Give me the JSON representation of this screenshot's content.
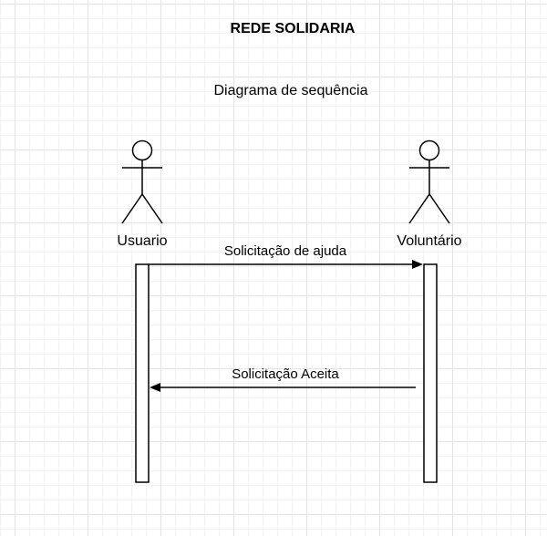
{
  "diagram": {
    "title": "REDE SOLIDARIA",
    "subtitle": "Diagrama de sequência",
    "actors": [
      {
        "id": "usuario",
        "label": "Usuario"
      },
      {
        "id": "voluntario",
        "label": "Voluntário"
      }
    ],
    "messages": [
      {
        "from": "usuario",
        "to": "voluntario",
        "label": "Solicitação de ajuda"
      },
      {
        "from": "voluntario",
        "to": "usuario",
        "label": "Solicitação Aceita"
      }
    ]
  }
}
